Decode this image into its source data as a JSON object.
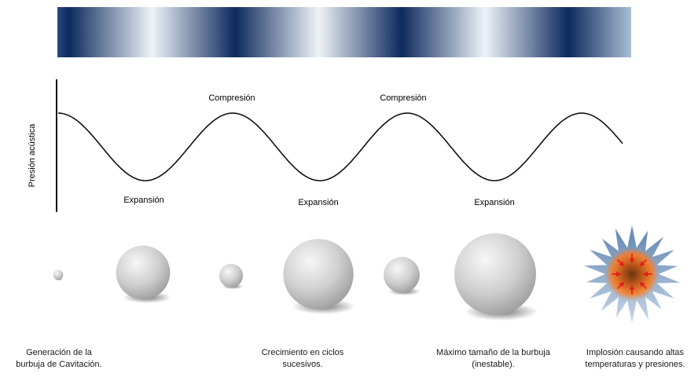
{
  "colors": {
    "pressure_dark": "#0d2a5e",
    "pressure_light": "#eef3f8",
    "bubble_light": "#f7f7f7",
    "bubble_dark": "#9a9a9a",
    "implosion_core": "#6a3410",
    "implosion_glow": "#ff7a1a",
    "implosion_spikes": "#9ab3cf",
    "arrow_red": "#e21b1b"
  },
  "wave": {
    "y_axis_label": "Presión acústica",
    "compression_label": "Compresión",
    "expansion_label": "Expansión"
  },
  "stages": [
    {
      "line1": "Generación de la",
      "line2": "burbuja de Cavitación."
    },
    {
      "line1": "Crecimiento en ciclos",
      "line2": "sucesivos."
    },
    {
      "line1": "Máximo tamaño de la burbuja",
      "line2": "(inestable)."
    },
    {
      "line1": "Implosión causando altas",
      "line2": "temperaturas y presiones."
    }
  ],
  "bubbles": [
    {
      "name": "bubble-generation",
      "relative_size": 0.12
    },
    {
      "name": "bubble-expansion-1",
      "relative_size": 0.66
    },
    {
      "name": "bubble-compression-1",
      "relative_size": 0.29
    },
    {
      "name": "bubble-expansion-2",
      "relative_size": 0.86
    },
    {
      "name": "bubble-compression-2",
      "relative_size": 0.44
    },
    {
      "name": "bubble-max-size",
      "relative_size": 1.0
    }
  ],
  "implosion": {
    "icon": "burst-icon",
    "arrow_count": 8
  }
}
